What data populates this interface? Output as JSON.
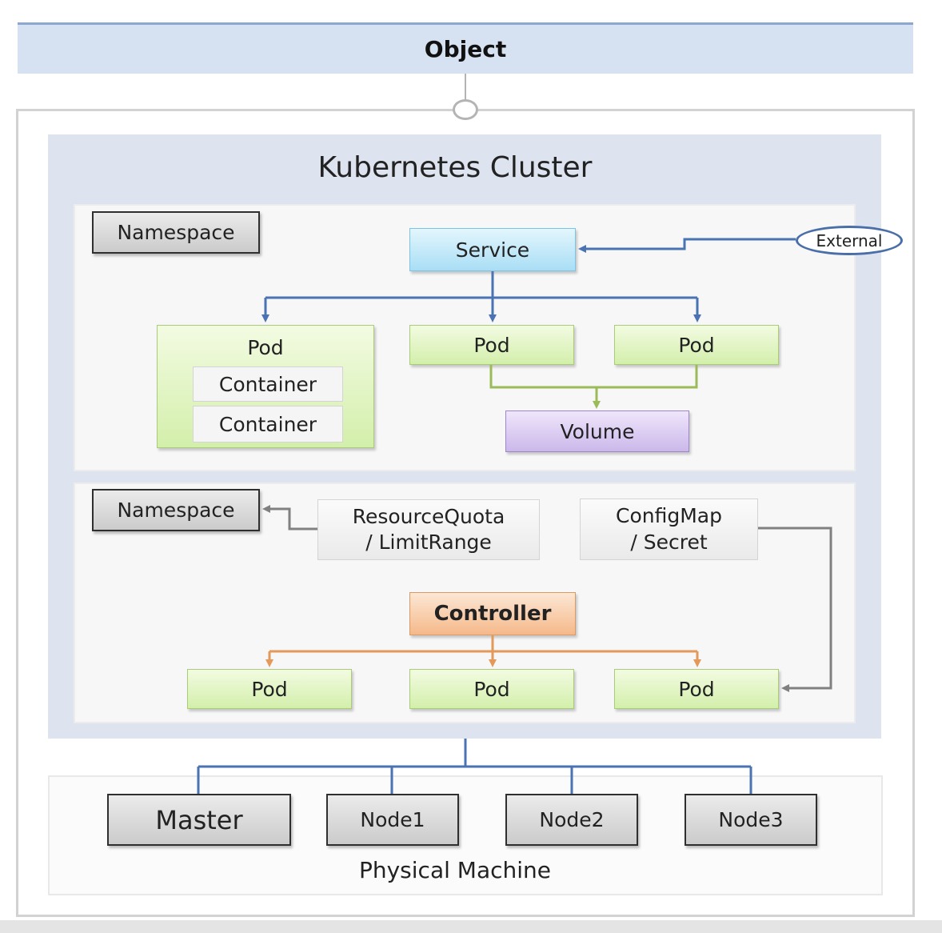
{
  "header": {
    "title": "Object"
  },
  "cluster": {
    "title": "Kubernetes Cluster"
  },
  "namespace_top": {
    "namespace_label": "Namespace",
    "service_label": "Service",
    "external_label": "External",
    "pod_big": {
      "label": "Pod",
      "containers": [
        "Container",
        "Container"
      ]
    },
    "pods": [
      "Pod",
      "Pod"
    ],
    "volume_label": "Volume"
  },
  "namespace_bottom": {
    "namespace_label": "Namespace",
    "resourcequota_lines": [
      "ResourceQuota",
      "/ LimitRange"
    ],
    "configmap_lines": [
      "ConfigMap",
      "/ Secret"
    ],
    "controller_label": "Controller",
    "pods": [
      "Pod",
      "Pod",
      "Pod"
    ]
  },
  "physical": {
    "label": "Physical Machine",
    "master_label": "Master",
    "nodes": [
      "Node1",
      "Node2",
      "Node3"
    ]
  },
  "colors": {
    "service_arrows": "#4a73b3",
    "volume_arrows": "#9bbb59",
    "controller_arrows": "#e3995a",
    "gray_arrows": "#808080",
    "physical_lines": "#4a73b3"
  }
}
